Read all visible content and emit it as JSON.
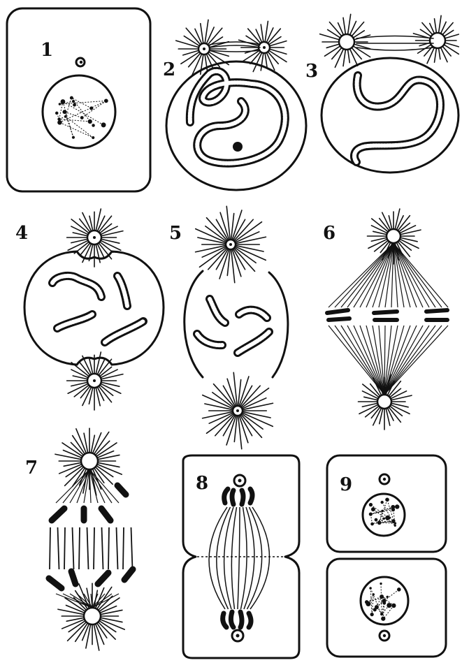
{
  "labels": [
    "1",
    "2",
    "3",
    "4",
    "5",
    "6",
    "7",
    "8",
    "9"
  ],
  "ink_color": "#111111",
  "background_color": "#ffffff"
}
